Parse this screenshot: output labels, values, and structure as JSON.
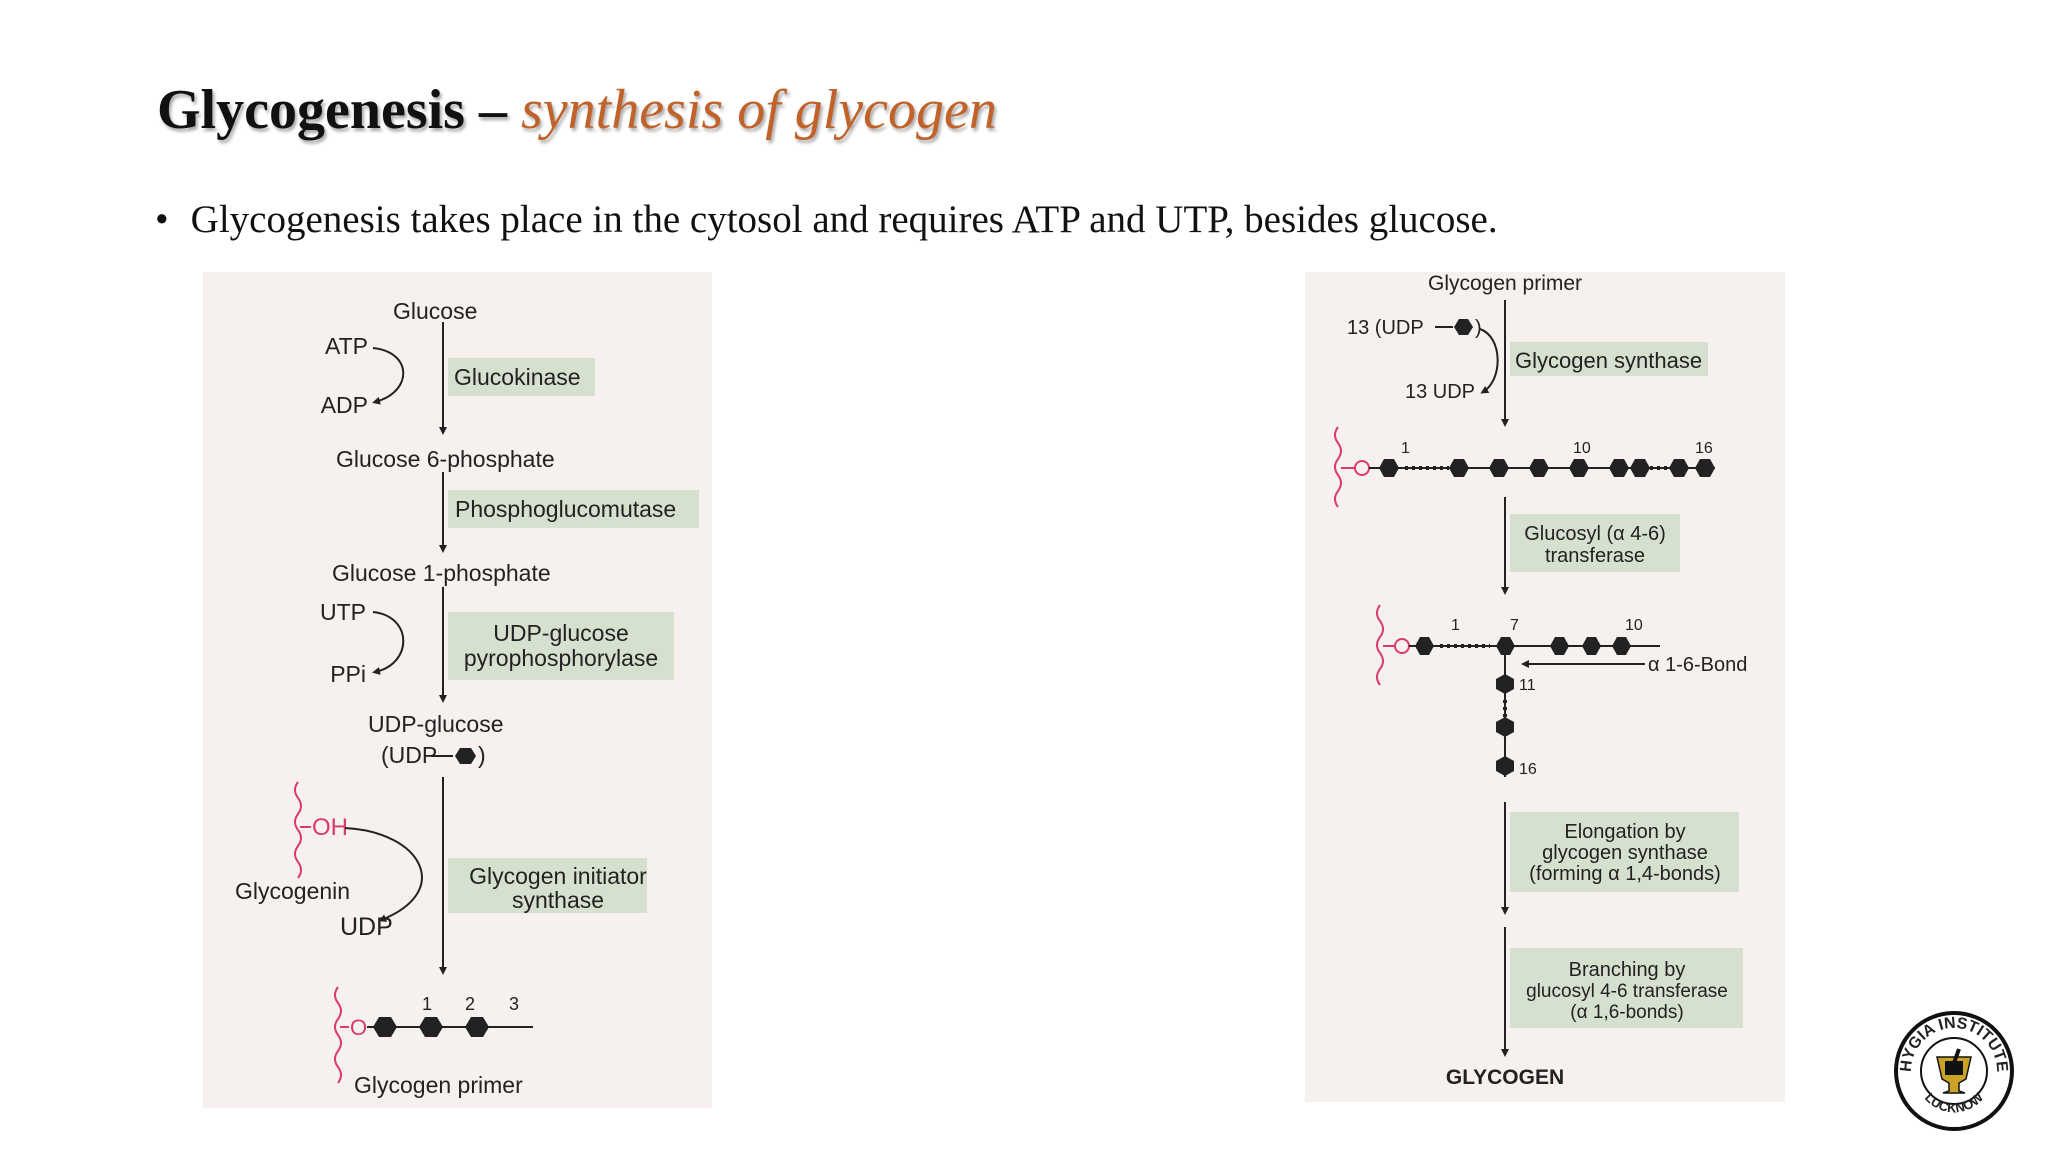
{
  "slide": {
    "title_main": "Glycogenesis – ",
    "title_sub": "synthesis of glycogen",
    "bullet": "Glycogenesis takes place in the cytosol and requires ATP and UTP, besides glucose."
  },
  "left_diagram": {
    "glucose": "Glucose",
    "atp": "ATP",
    "adp": "ADP",
    "glucokinase": "Glucokinase",
    "g6p": "Glucose 6-phosphate",
    "phosphoglucomutase": "Phosphoglucomutase",
    "g1p": "Glucose 1-phosphate",
    "utp": "UTP",
    "ppi": "PPi",
    "udp_pyro_1": "UDP-glucose",
    "udp_pyro_2": "pyrophosphorylase",
    "udp_glucose": "UDP-glucose",
    "udp_paren_open": "(UDP",
    "udp_paren_close": ")",
    "oh": "OH",
    "glycogenin": "Glycogenin",
    "initiator_1": "Glycogen initiator",
    "initiator_2": "synthase",
    "udp": "UDP",
    "primer_nums": [
      "1",
      "2",
      "3"
    ],
    "o_label": "O",
    "glycogen_primer": "Glycogen primer"
  },
  "right_diagram": {
    "glycogen_primer": "Glycogen primer",
    "udp13_in": "13 (UDP",
    "udp13_in_close": ")",
    "glycogen_synthase": "Glycogen synthase",
    "udp13_out": "13 UDP",
    "chain_nums": [
      "1",
      "10",
      "16"
    ],
    "transferase_1": "Glucosyl (α 4-6)",
    "transferase_2": "transferase",
    "branch_nums": [
      "1",
      "7",
      "10"
    ],
    "bond_label": "α 1-6-Bond",
    "branch_down_nums": [
      "11",
      "16"
    ],
    "elong_1": "Elongation by",
    "elong_2": "glycogen synthase",
    "elong_3": "(forming α 1,4-bonds)",
    "branching_1": "Branching by",
    "branching_2": "glucosyl 4-6 transferase",
    "branching_3": "(α 1,6-bonds)",
    "glycogen": "GLYCOGEN"
  },
  "logo": {
    "text_top": "HYGIA INSTITUTE",
    "text_bottom": "LUCKNOW"
  },
  "colors": {
    "title_accent": "#c0622a",
    "label_box": "#d6e0cf",
    "glycogenin_pink": "#d93a6a",
    "panel_bg": "#f6f1ee"
  }
}
